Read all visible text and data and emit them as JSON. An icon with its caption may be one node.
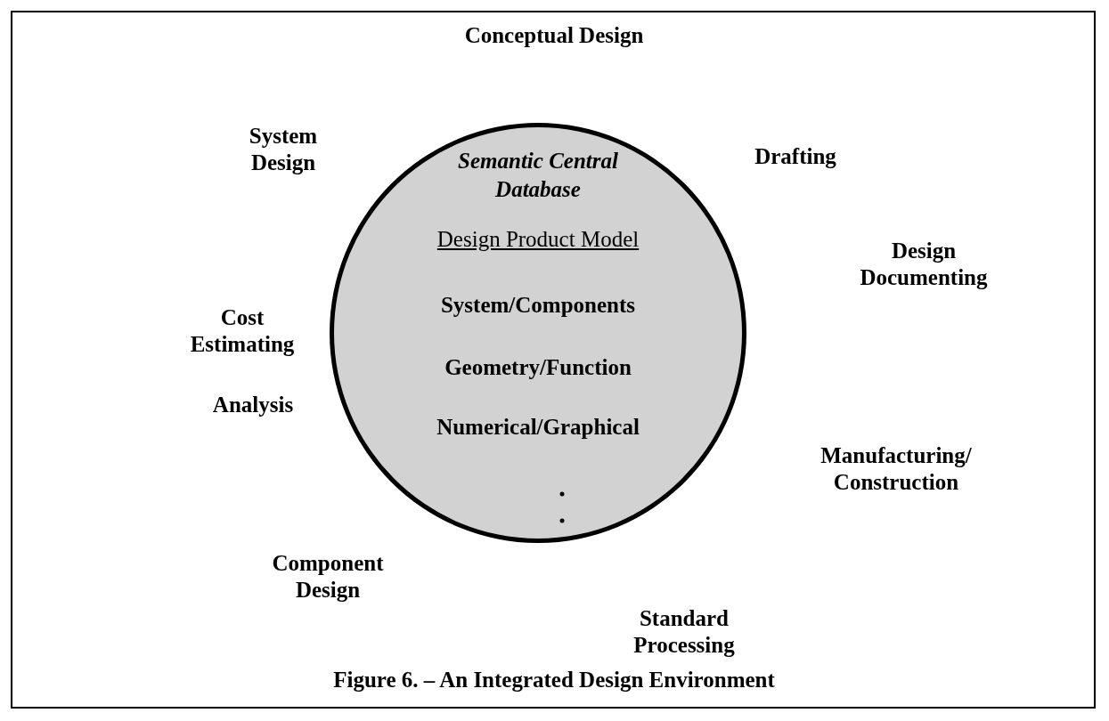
{
  "diagram": {
    "caption": "Figure 6. – An Integrated Design Environment",
    "nodes": [
      {
        "text": [
          "Semantic Central Database",
          "Design Product Model",
          "System/Components",
          "Geometry/Function",
          "Numerical/Graphical"
        ]
      }
    ],
    "labels": [
      "Conceptual Design",
      "System Design",
      "Drafting",
      "Design Documenting",
      "Cost Estimating",
      "Analysis",
      "Manufacturing/ Construction",
      "Component Design",
      "Standard Processing"
    ]
  }
}
